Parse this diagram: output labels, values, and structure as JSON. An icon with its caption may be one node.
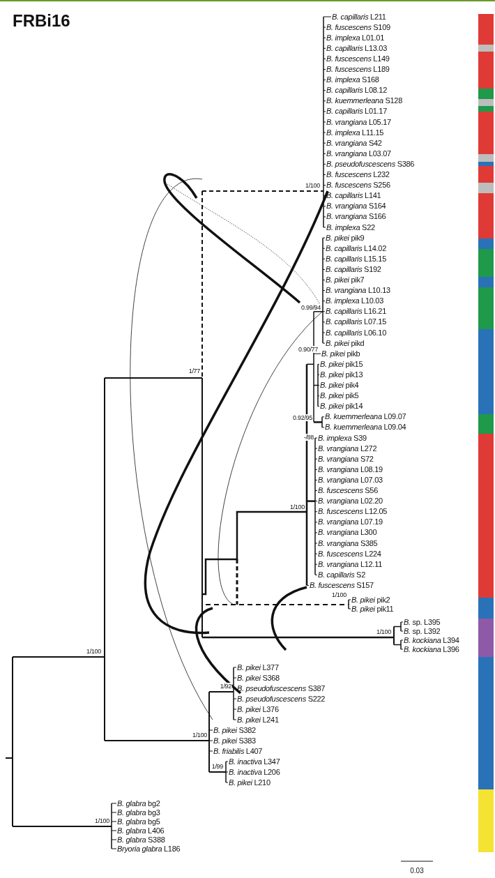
{
  "diagram": {
    "title": "FRBi16",
    "labels": [
      "*B. capillaris* L211",
      "*B. fuscescens* S109",
      "*B. implexa* L01.01",
      "*B. capillaris* L13.03",
      "*B. fuscescens* L149",
      "*B. fuscescens* L189",
      "*B. implexa* S168",
      "*B. capillaris* L08.12",
      "*B. kuemmerleana* S128",
      "*B. capillaris* L01.17",
      "*B. vrangiana* L05.17",
      "*B. implexa* L11.15",
      "*B. vrangiana* S42",
      "*B. vrangiana* L03.07",
      "*B. pseudofuscescens* S386",
      "*B. fuscescens* L232",
      "*B. fuscescens* S256",
      "1/100",
      "*B. capillaris* L141",
      "*B. vrangiana* S164",
      "*B. vrangiana* S166",
      "*B. implexa* S22",
      "*B. pikei* pik9",
      "*B. capillaris* L14.02",
      "*B. capillaris* L15.15",
      "*B. capillaris* S192",
      "*B. pikei* pik7",
      "*B. vrangiana* L10.13",
      "*B. implexa* L10.03",
      "0.99/94",
      "*B. capillaris* L16.21",
      "*B. capillaris* L07.15",
      "*B. capillaris* L06.10",
      "*B. pikei* pikd",
      "0.90/77",
      "*B. pikei* pikb",
      "*B. pikei* pik15",
      "1/77",
      "*B. pikei* pik13",
      "*B. pikei* pik4",
      "*B. pikei* pik5",
      "*B. pikei* pik14",
      "0.92/95",
      "*B. kuemmerleana* L09.07",
      "*B. kuemmerleana* L09.04",
      "-/88",
      "*B. implexa* S39",
      "*B. vrangiana* L272",
      "*B. vrangiana* S72",
      "*B. vrangiana* L08.19",
      "*B. vrangiana* L07.03",
      "*B. fuscescens* S56",
      "*B. vrangiana* L02.20",
      "1/100",
      "*B. fuscescens* L12.05",
      "*B. vrangiana* L07.19",
      "*B. vrangiana* L300",
      "*B. vrangiana* S385",
      "*B. fuscescens* L224",
      "*B. vrangiana* L12.11",
      "*B. capillaris* S2",
      "*B. fuscescens* S157",
      "1/100",
      "*B. pikei* pik2",
      "*B. pikei* pik11",
      "*B.* sp. L395",
      "*B.* sp. L392",
      "1/100",
      "*B. kockiana* L394",
      "*B. kockiana* L396",
      "1/100",
      "*B. pikei* L377",
      "*B. pikei* S368",
      "1/92",
      "*B. pseudofuscescens* S387",
      "*B. pseudofuscescens* S222",
      "*B. pikei* L376",
      "*B. pikei* L241",
      "*B. pikei* S382",
      "1/100",
      "*B. pikei* S383",
      "*B. friabilis* L407",
      "*B. inactiva* L347",
      "1/99",
      "*B. inactiva* L206",
      "*B. pikei* L210",
      "*B. glabra* bg2",
      "*B. glabra* bg3",
      "*B. glabra* bg5",
      "1/100",
      "*B. glabra* L406",
      "*B. glabra* S388",
      "*Bryoria glabra* L186",
      "0.03"
    ]
  }
}
